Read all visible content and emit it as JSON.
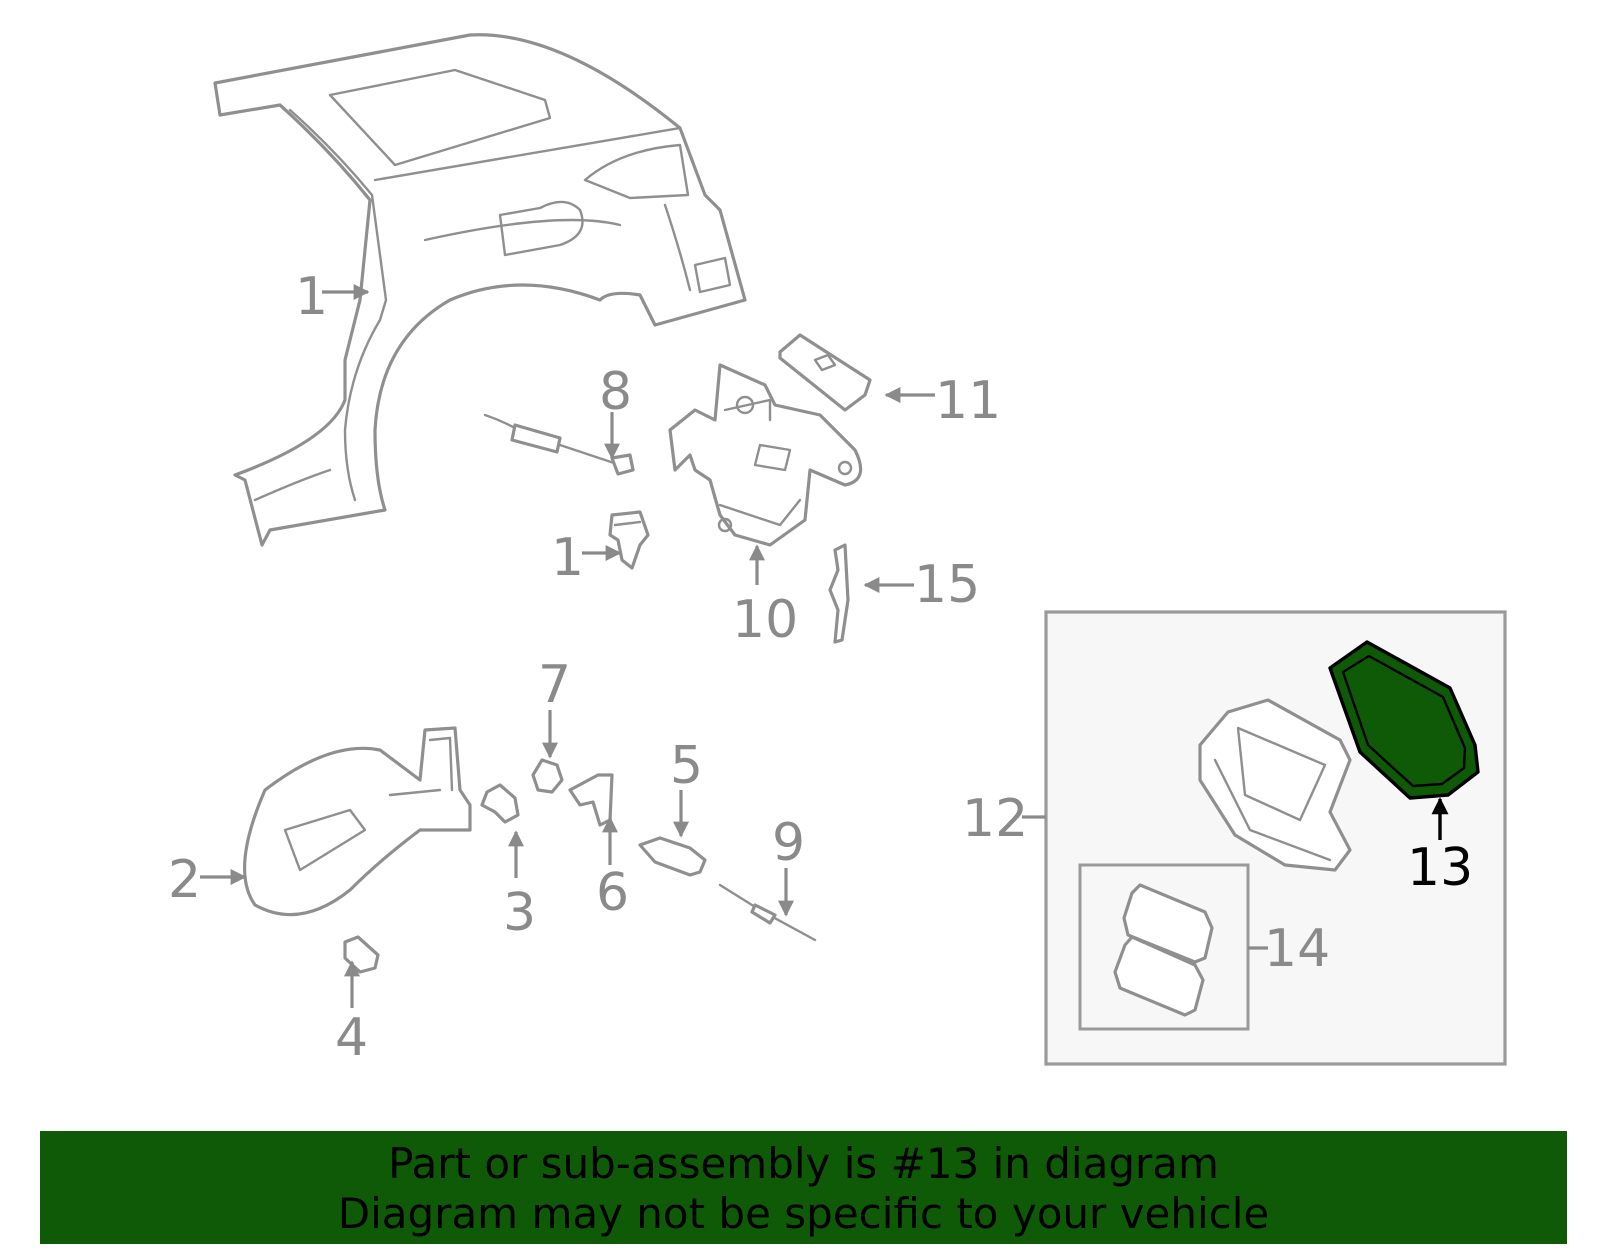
{
  "colors": {
    "highlight_fill": "#0f5a06",
    "banner_bg": "#0f5a06",
    "part_stroke": "#8f8f8f",
    "label_gray": "#8a8a8a"
  },
  "labels": {
    "l1a": "1",
    "l1b": "1",
    "l2": "2",
    "l3": "3",
    "l4": "4",
    "l5": "5",
    "l6": "6",
    "l7": "7",
    "l8": "8",
    "l9": "9",
    "l10": "10",
    "l11": "11",
    "l12": "12",
    "l13": "13",
    "l14": "14",
    "l15": "15"
  },
  "banner": {
    "line1": "Part or sub-assembly is #13 in diagram",
    "line2": "Diagram may not be specific to your vehicle"
  }
}
